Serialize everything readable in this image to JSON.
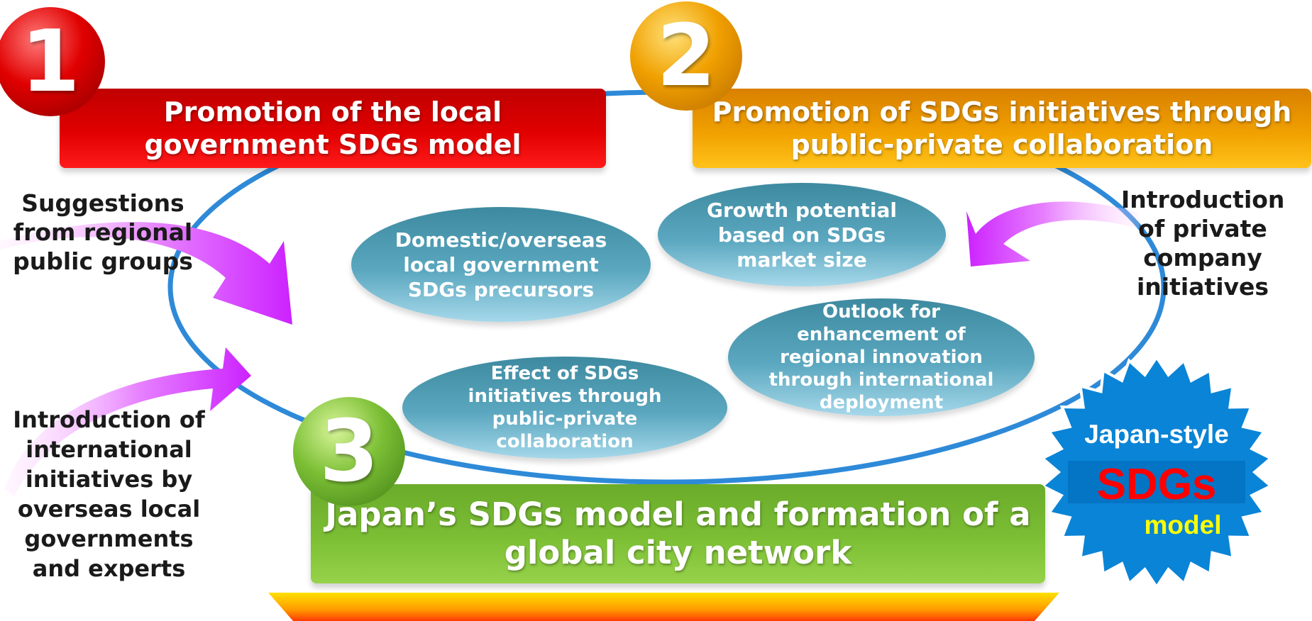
{
  "banners": {
    "one": {
      "number": "1",
      "lines": [
        "Promotion of the local",
        "government SDGs model"
      ]
    },
    "two": {
      "number": "2",
      "lines": [
        "Promotion of SDGs initiatives through",
        "public-private collaboration"
      ]
    },
    "three": {
      "number": "3",
      "lines": [
        "Japan’s SDGs model and formation of a",
        "global city network"
      ]
    }
  },
  "ellipses": {
    "domestic": [
      "Domestic/overseas",
      "local government",
      "SDGs precursors"
    ],
    "growth": [
      "Growth potential",
      "based on SDGs",
      "market size"
    ],
    "effect": [
      "Effect of SDGs",
      "initiatives through",
      "public-private",
      "collaboration"
    ],
    "outlook": [
      "Outlook for",
      "enhancement of",
      "regional innovation",
      "through international",
      "deployment"
    ]
  },
  "side_labels": {
    "top_left": [
      "Suggestions",
      "from regional",
      "public groups"
    ],
    "bottom_left": [
      "Introduction of",
      "international",
      "initiatives by",
      "overseas local",
      "governments",
      "and experts"
    ],
    "right": [
      "Introduction",
      "of private",
      "company",
      "initiatives"
    ]
  },
  "badge": {
    "line1": "Japan-style",
    "line2": "SDGs",
    "line3": "model"
  },
  "colors": {
    "red": "#e00000",
    "orange": "#f0a000",
    "green": "#7cbf35",
    "teal": "#4a9bb3",
    "cycle_blue": "#2e8ad8",
    "arrow_magenta": "#d633ff",
    "badge_blue": "#0a84d6"
  }
}
